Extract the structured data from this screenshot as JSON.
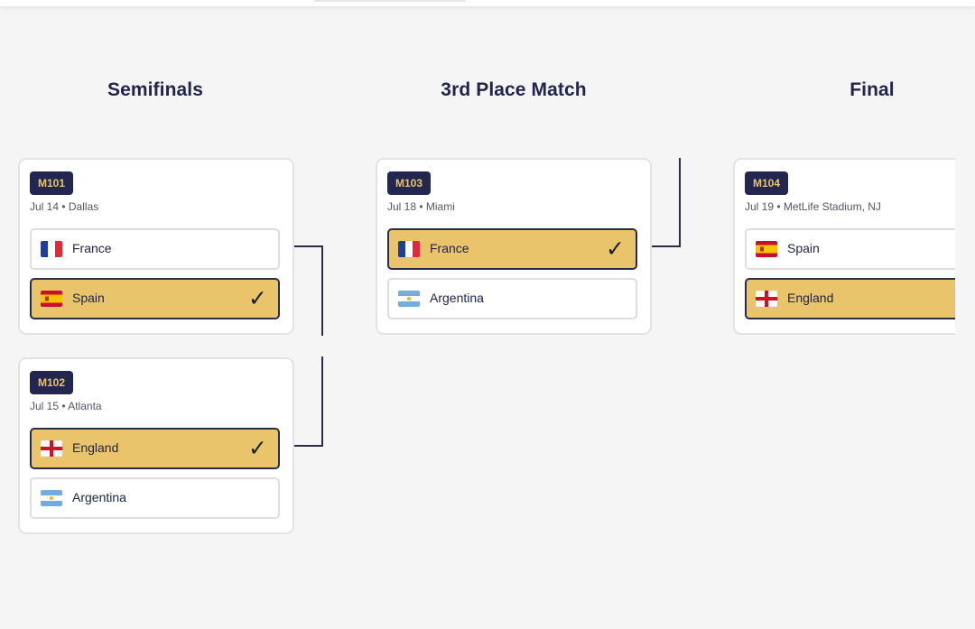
{
  "rounds": [
    {
      "title": "Semifinals"
    },
    {
      "title": "3rd Place Match"
    },
    {
      "title": "Final"
    }
  ],
  "matches": {
    "m101": {
      "id": "M101",
      "meta": "Jul 14 • Dallas",
      "teams": [
        {
          "name": "France",
          "flag": "france-flag-icon",
          "winner": false
        },
        {
          "name": "Spain",
          "flag": "spain-flag-icon",
          "winner": true
        }
      ]
    },
    "m102": {
      "id": "M102",
      "meta": "Jul 15 • Atlanta",
      "teams": [
        {
          "name": "England",
          "flag": "england-flag-icon",
          "winner": true
        },
        {
          "name": "Argentina",
          "flag": "argentina-flag-icon",
          "winner": false
        }
      ]
    },
    "m103": {
      "id": "M103",
      "meta": "Jul 18 • Miami",
      "teams": [
        {
          "name": "France",
          "flag": "france-flag-icon",
          "winner": true
        },
        {
          "name": "Argentina",
          "flag": "argentina-flag-icon",
          "winner": false
        }
      ]
    },
    "m104": {
      "id": "M104",
      "meta": "Jul 19 • MetLife Stadium, NJ",
      "teams": [
        {
          "name": "Spain",
          "flag": "spain-flag-icon",
          "winner": false
        },
        {
          "name": "England",
          "flag": "england-flag-icon",
          "winner": true
        }
      ]
    }
  },
  "winner_mark": "✓",
  "colors": {
    "accent_gold": "#e9c46a",
    "navy": "#23264f",
    "background": "#f5f5f5"
  }
}
